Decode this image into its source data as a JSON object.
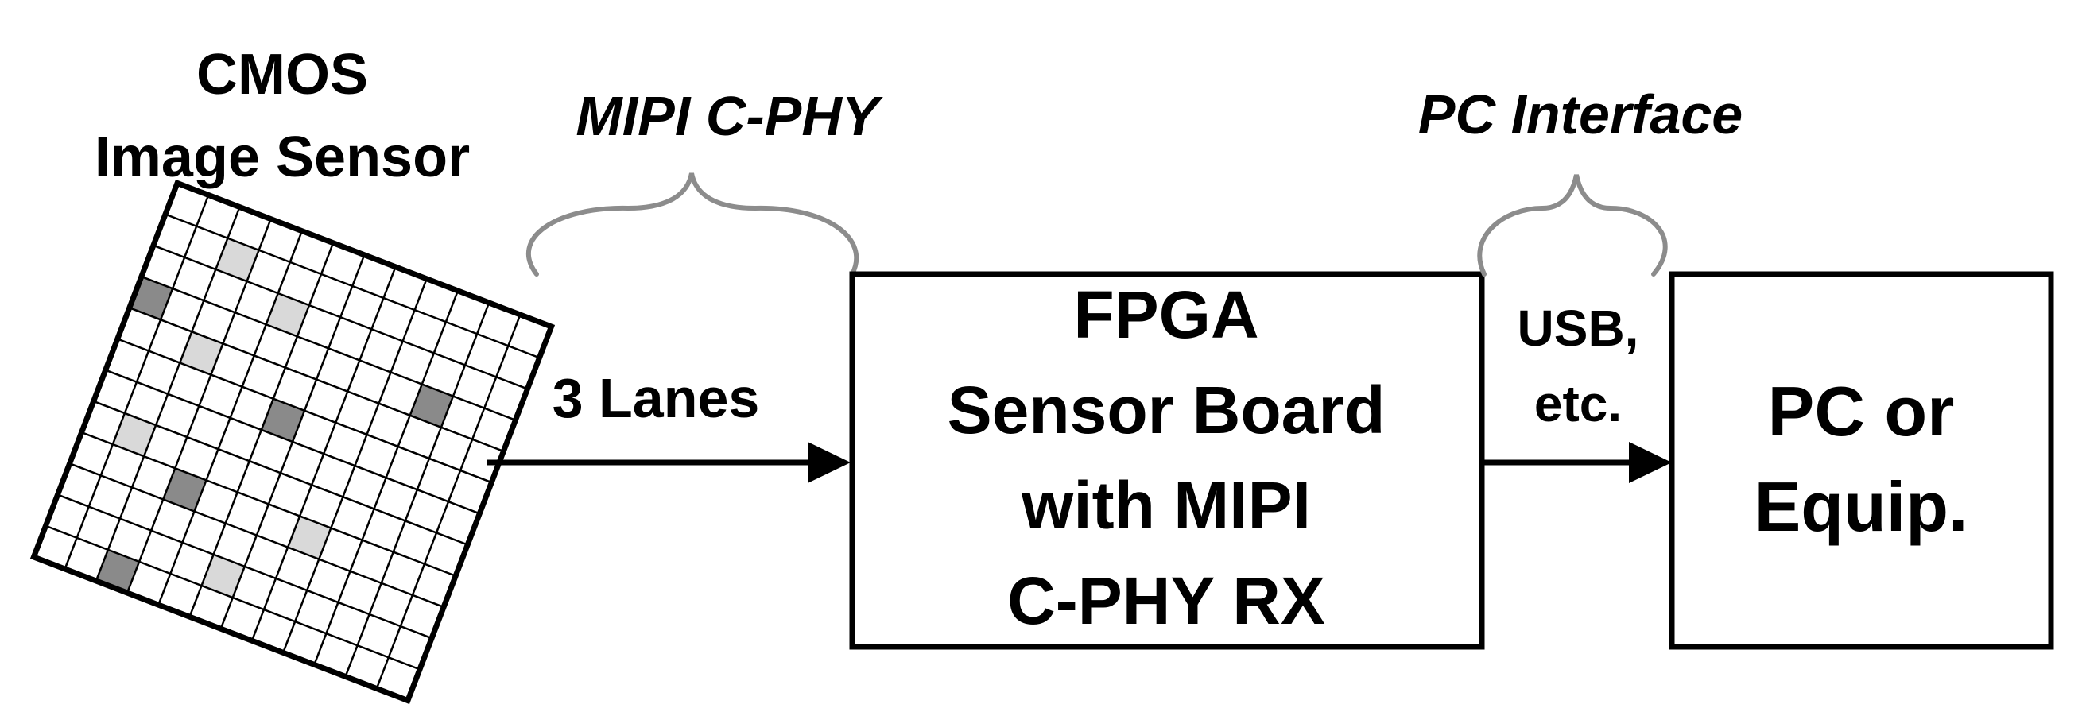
{
  "sensor": {
    "title_line1": "CMOS",
    "title_line2": "Image Sensor",
    "pixel_grid": {
      "rows": 12,
      "cols": 12,
      "dark_cells": [
        [
          3,
          0
        ],
        [
          3,
          9
        ],
        [
          5,
          5
        ],
        [
          8,
          3
        ],
        [
          11,
          2
        ],
        [
          12,
          7
        ]
      ],
      "light_cells": [
        [
          1,
          2
        ],
        [
          2,
          4
        ],
        [
          4,
          2
        ],
        [
          7,
          1
        ],
        [
          8,
          7
        ],
        [
          10,
          5
        ],
        [
          12,
          6
        ]
      ],
      "dark_color": "#8a8a8a",
      "light_color": "#d9d9d9"
    }
  },
  "link1": {
    "protocol_label": "MIPI C-PHY",
    "lanes_label": "3 Lanes"
  },
  "fpga_box": {
    "lines": [
      "FPGA",
      "Sensor Board",
      "with MIPI",
      "C-PHY RX"
    ]
  },
  "link2": {
    "protocol_label": "PC Interface",
    "bus_label_line1": "USB,",
    "bus_label_line2": "etc."
  },
  "pc_box": {
    "lines": [
      "PC or",
      "Equip."
    ]
  },
  "colors": {
    "stroke": "#000000",
    "brace": "#8c8c8c",
    "background": "#ffffff"
  }
}
